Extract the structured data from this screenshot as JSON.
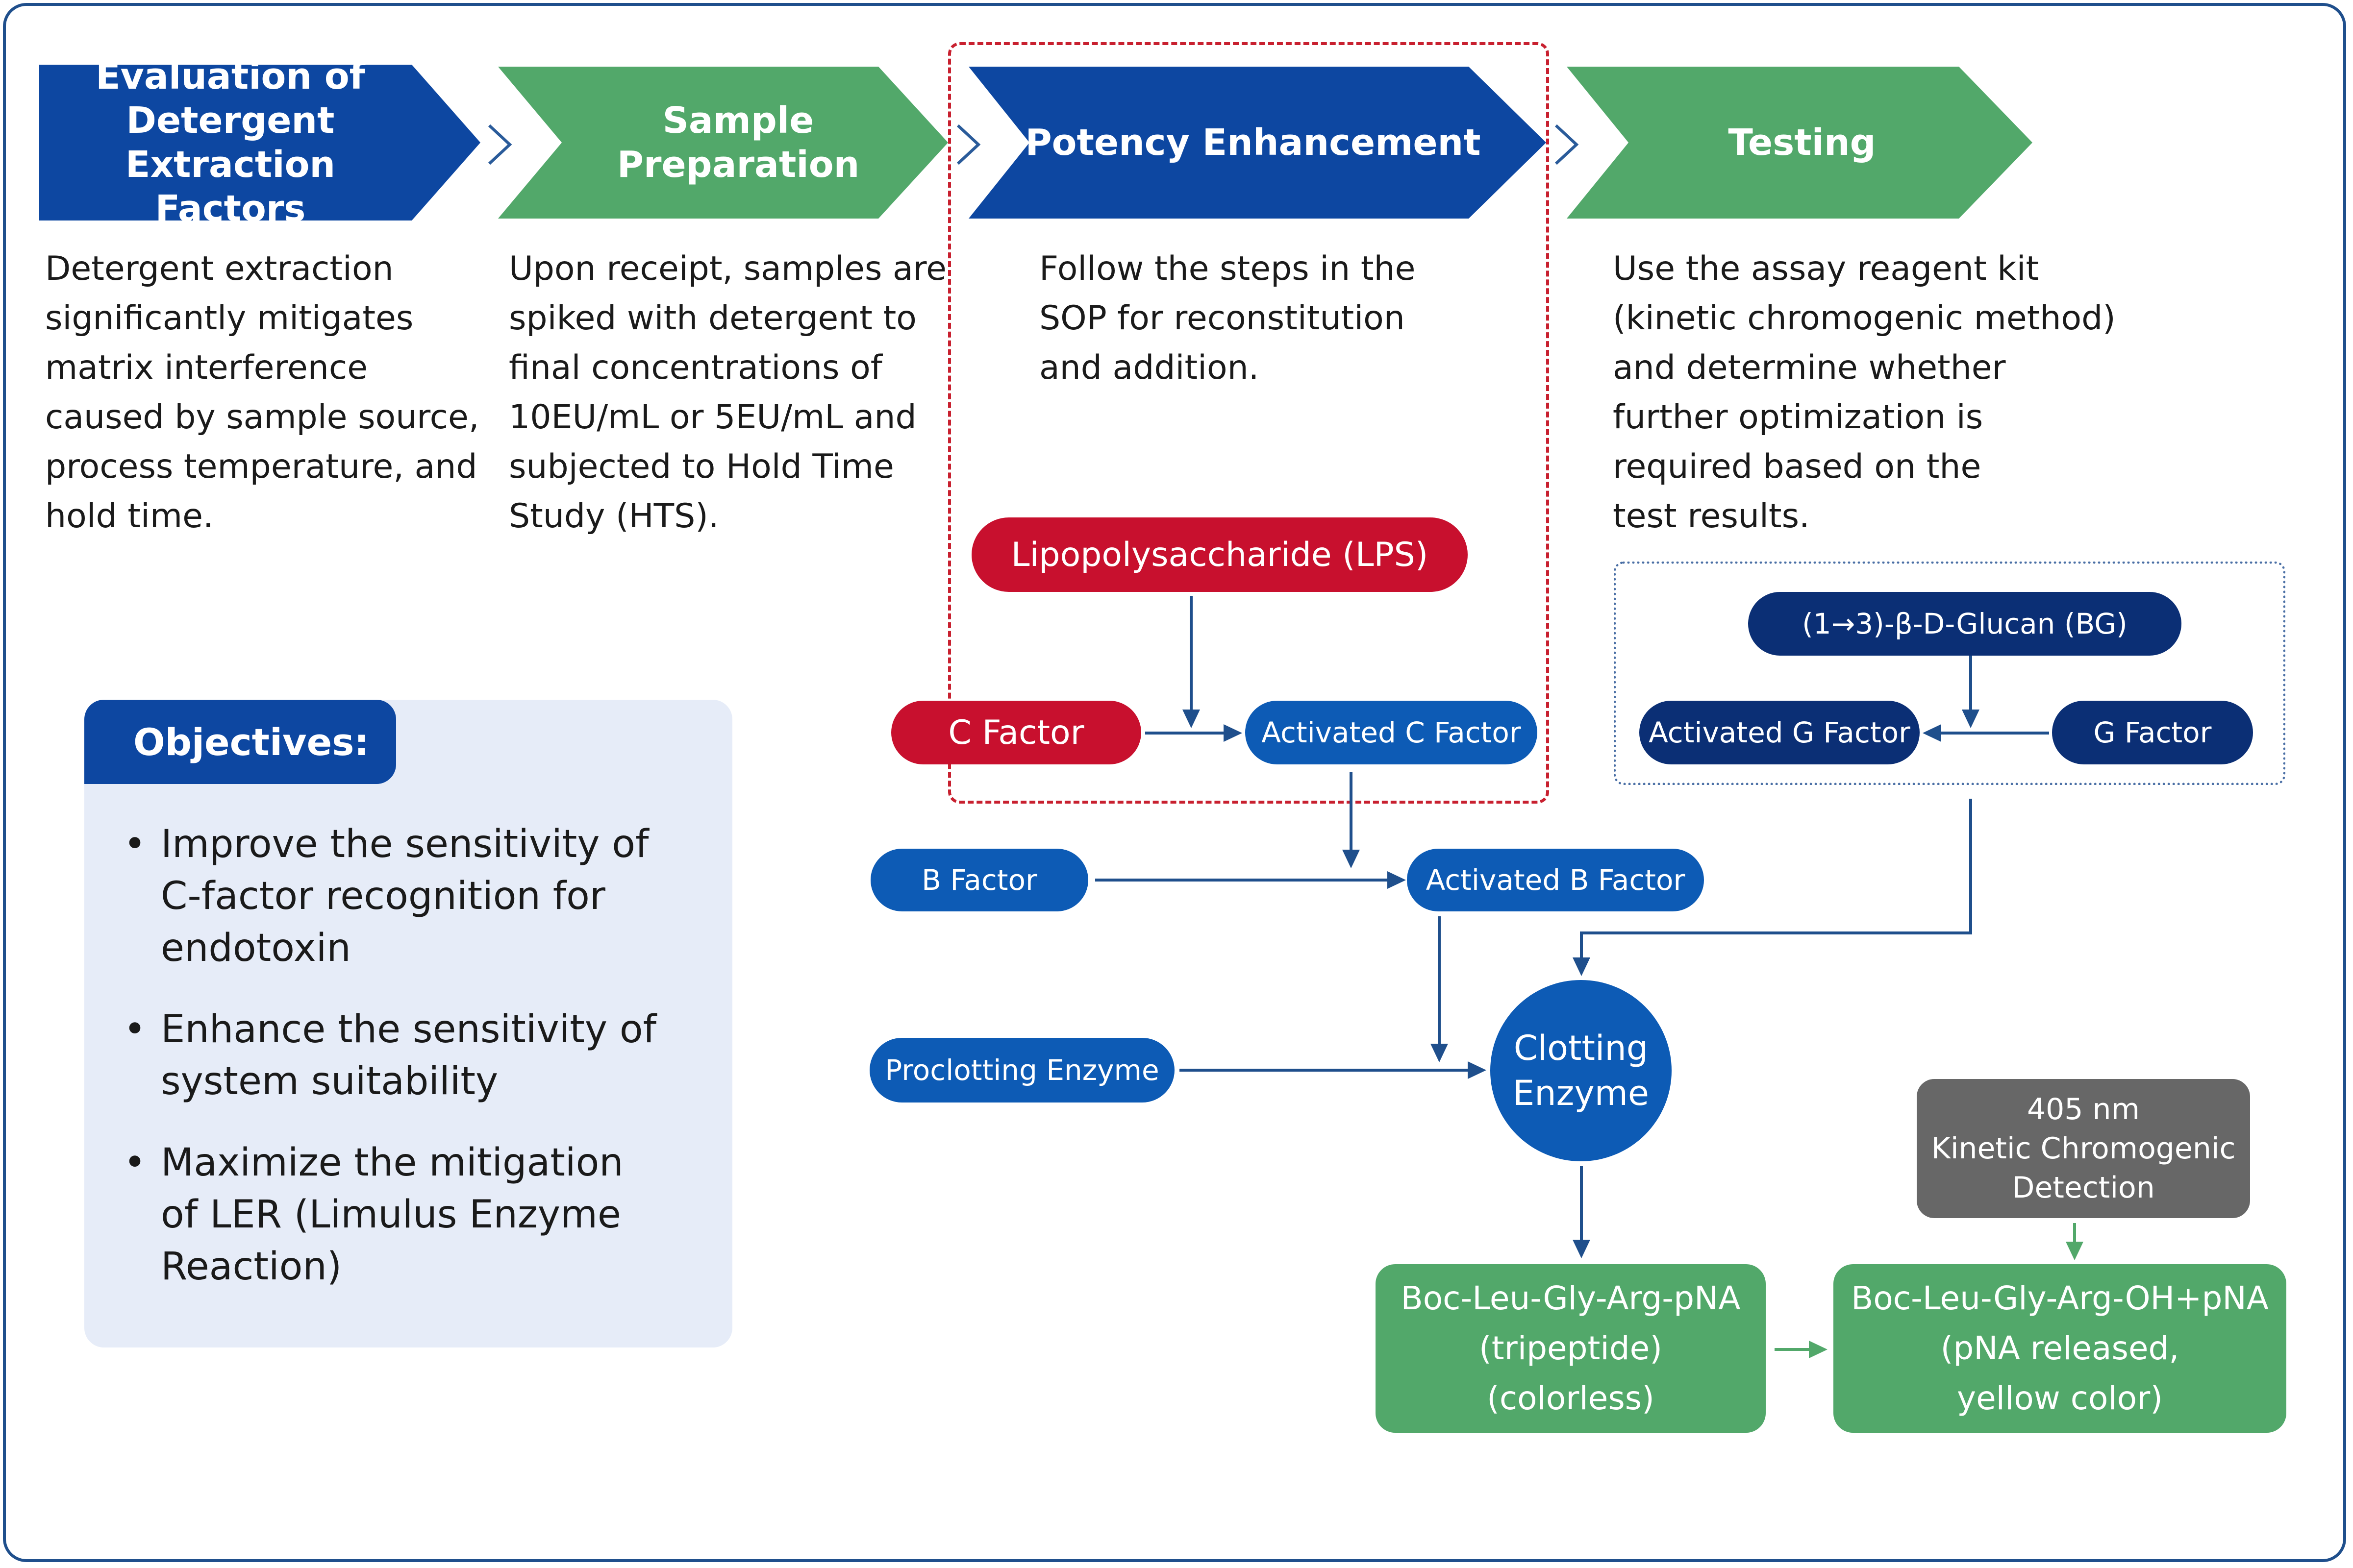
{
  "stages": [
    {
      "title": "Evaluation of\nDetergent Extraction\nFactors",
      "color": "#0d47a1",
      "description": "Detergent extraction\nsignificantly mitigates\nmatrix interference\ncaused by sample source,\nprocess temperature, and\nhold time."
    },
    {
      "title": "Sample Preparation",
      "color": "#52a86a",
      "description": "Upon receipt, samples are\nspiked with detergent to\nfinal concentrations of\n10EU/mL or 5EU/mL and\nsubjected to Hold Time\nStudy (HTS)."
    },
    {
      "title": "Potency Enhancement",
      "color": "#0d47a1",
      "description": "Follow the steps in the\nSOP for reconstitution\nand addition."
    },
    {
      "title": "Testing",
      "color": "#52a86a",
      "description": "Use the assay reagent kit\n(kinetic chromogenic method)\nand determine whether\nfurther optimization is\nrequired based on the\ntest results."
    }
  ],
  "objectives": {
    "title": "Objectives:",
    "bullet": "•",
    "items": [
      "Improve the sensitivity of\nC-factor recognition for\nendotoxin",
      "Enhance the sensitivity of\nsystem suitability",
      "Maximize the mitigation\nof LER (Limulus Enzyme\nReaction)"
    ]
  },
  "pathway": {
    "lps": "Lipopolysaccharide (LPS)",
    "c_factor": "C Factor",
    "activated_c": "Activated C Factor",
    "b_factor": "B Factor",
    "activated_b": "Activated B Factor",
    "proclotting": "Proclotting Enzyme",
    "clotting": "Clotting\nEnzyme",
    "glucan": "(1→3)-β-D-Glucan (BG)",
    "activated_g": "Activated G Factor",
    "g_factor": "G Factor",
    "detection": "405 nm\nKinetic Chromogenic\nDetection",
    "substrate": "Boc-Leu-Gly-Arg-pNA\n(tripeptide)\n(colorless)",
    "product": "Boc-Leu-Gly-Arg-OH+pNA\n(pNA released,\nyellow color)"
  },
  "colors": {
    "blue": "#0d47a1",
    "green": "#52a86a",
    "red": "#c8102e",
    "navy": "#0b2f75",
    "gray": "#676767",
    "line": "#2a5b9a"
  }
}
